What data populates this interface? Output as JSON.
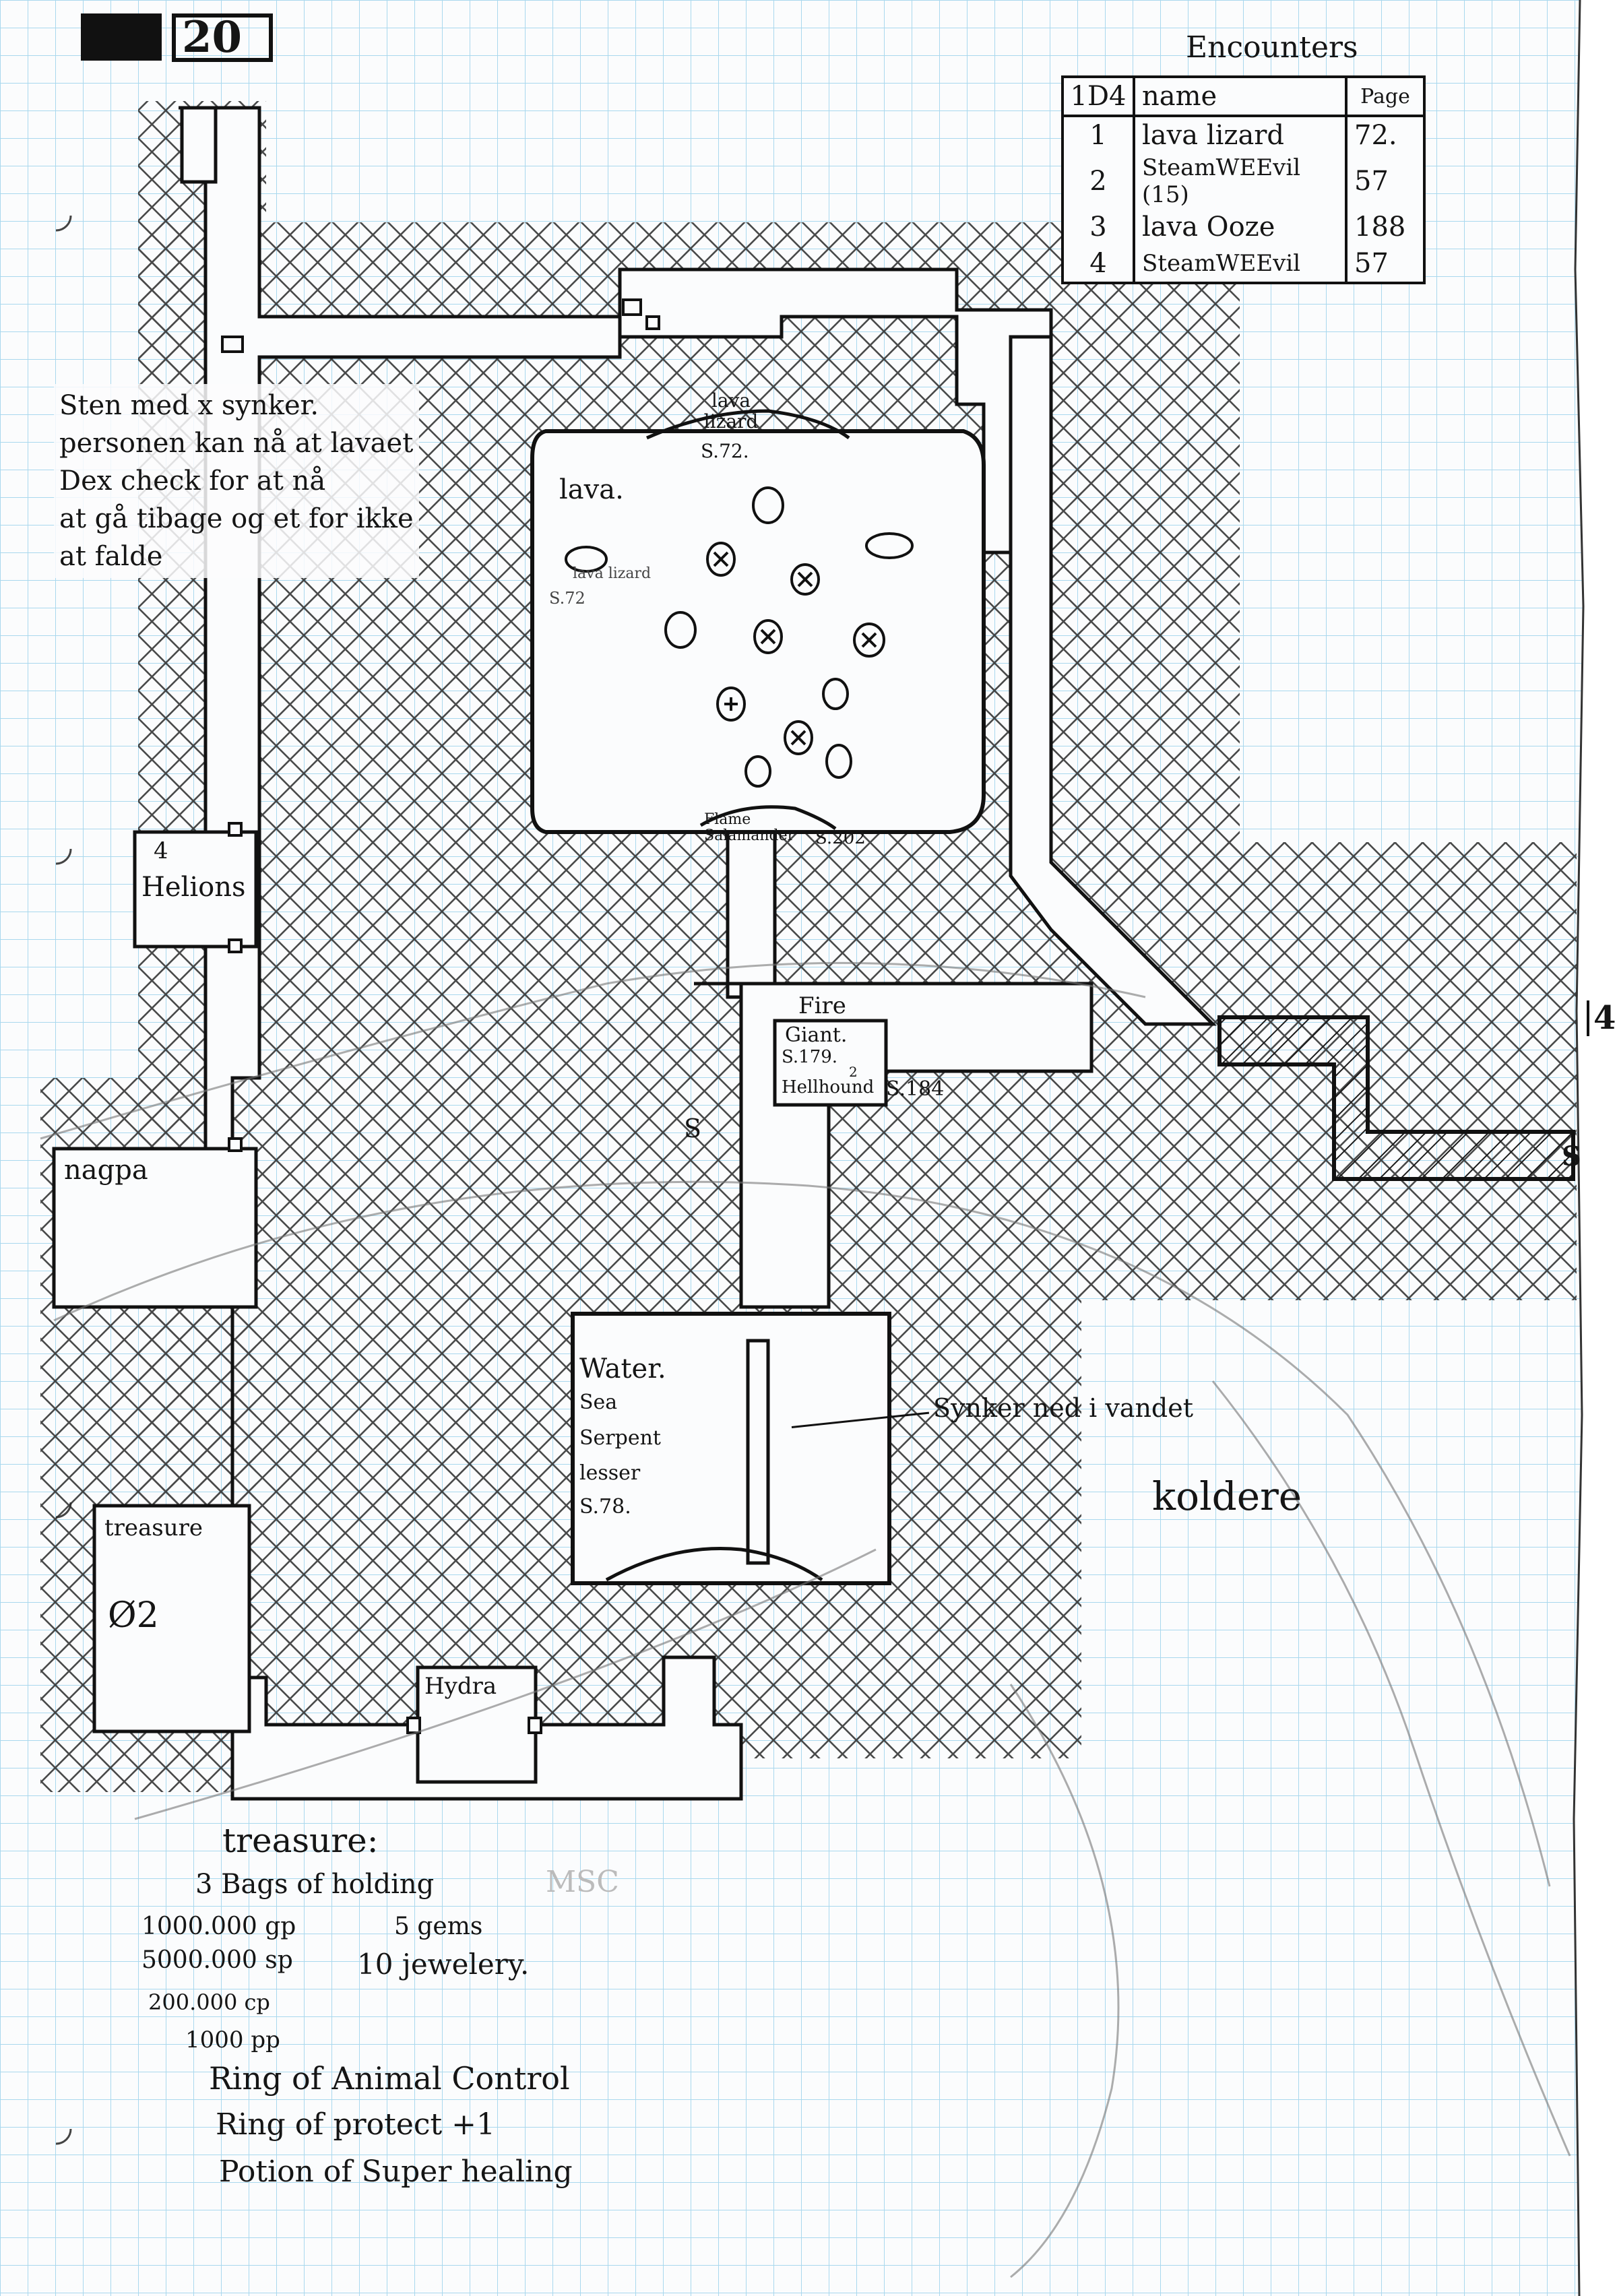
{
  "page_number": "20",
  "encounters": {
    "title": "Encounters",
    "columns": [
      "1D4",
      "name",
      "Page"
    ],
    "rows": [
      [
        "1",
        "lava lizard",
        "72."
      ],
      [
        "2",
        "SteamWEEvil (15)",
        "57"
      ],
      [
        "3",
        "lava Ooze",
        "188"
      ],
      [
        "4",
        "SteamWEEvil",
        "57"
      ]
    ]
  },
  "note_stone": [
    "Sten med x synker.",
    "personen kan nå at lavaet",
    "Dex check for at nå",
    "at gå tibage og et for ikke",
    "at falde"
  ],
  "rooms": {
    "lava_room": {
      "title": "lava.",
      "lizard": "lava lizard",
      "lizard_page": "S.72.",
      "small_lizard": "lava lizard",
      "small_page": "S.72",
      "salamander": "Flame Salamander",
      "salamander_page": "S.202"
    },
    "helions": {
      "count": "4",
      "name": "Helions"
    },
    "nagpa": {
      "name": "nagpa"
    },
    "fire_giant": {
      "l1": "Fire",
      "l2": "Giant.",
      "l3": "S.179.",
      "l4": "2",
      "l5": "Hellhound",
      "l6": "S.184"
    },
    "water": {
      "title": "Water.",
      "l1": "Sea",
      "l2": "Serpent",
      "l3": "lesser",
      "l4": "S.78."
    },
    "treasure_room": {
      "title": "treasure",
      "code": "Ø2"
    },
    "hydra": {
      "name": "Hydra"
    }
  },
  "note_sinks": "Synker ned i vandet",
  "note_cold": "koldere",
  "edge_mark": "4",
  "s_marks": [
    "S",
    "S"
  ],
  "treasure_list": {
    "title": "treasure:",
    "items": [
      "3 Bags of holding",
      "1000.000 gp",
      "5 gems",
      "5000.000 sp",
      "10 jewelery.",
      "200.000 cp",
      "1000 pp",
      "Ring of Animal Control",
      "Ring of protect +1",
      "Potion of Super healing"
    ]
  },
  "faint_mark": "MSC",
  "colors": {
    "grid": "#9fd3ea",
    "ink": "#151515",
    "paper": "#fbfcfd"
  }
}
